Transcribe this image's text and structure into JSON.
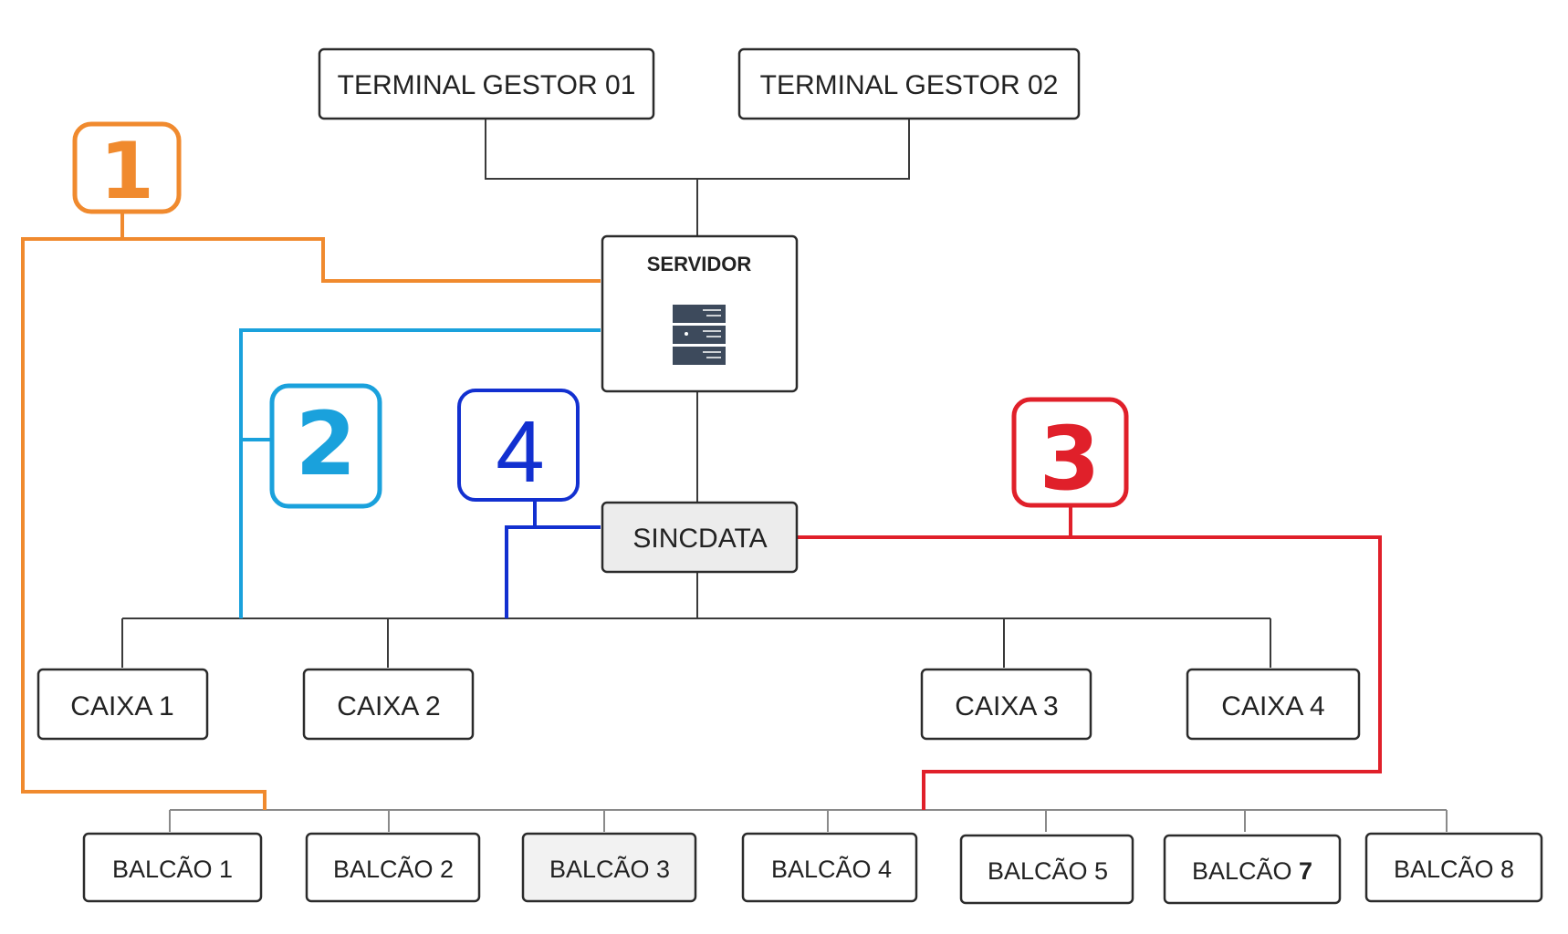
{
  "nodes": {
    "terminal1": "TERMINAL GESTOR 01",
    "terminal2": "TERMINAL GESTOR 02",
    "servidor": "SERVIDOR",
    "sincdata": "SINCDATA",
    "caixa1": "CAIXA 1",
    "caixa2": "CAIXA 2",
    "caixa3": "CAIXA 3",
    "caixa4": "CAIXA 4",
    "balcao1": "BALCÃO 1",
    "balcao2": "BALCÃO 2",
    "balcao3": "BALCÃO 3",
    "balcao4": "BALCÃO 4",
    "balcao5": "BALCÃO 5",
    "balcao7_prefix": "BALCÃO ",
    "balcao7_num": "7",
    "balcao8": "BALCÃO 8"
  },
  "badges": {
    "b1": "1",
    "b2": "2",
    "b3": "3",
    "b4": "4"
  },
  "icons": {
    "server": "server-rack-icon"
  },
  "colors": {
    "connector": "#3a3a3a",
    "route1": "#f08a2e",
    "route2": "#1aa1dc",
    "route3": "#e0202a",
    "route4": "#1230d0",
    "box_fill": "#ffffff",
    "sincdata_fill": "#ececec",
    "server_icon": "#3d4a5c"
  }
}
